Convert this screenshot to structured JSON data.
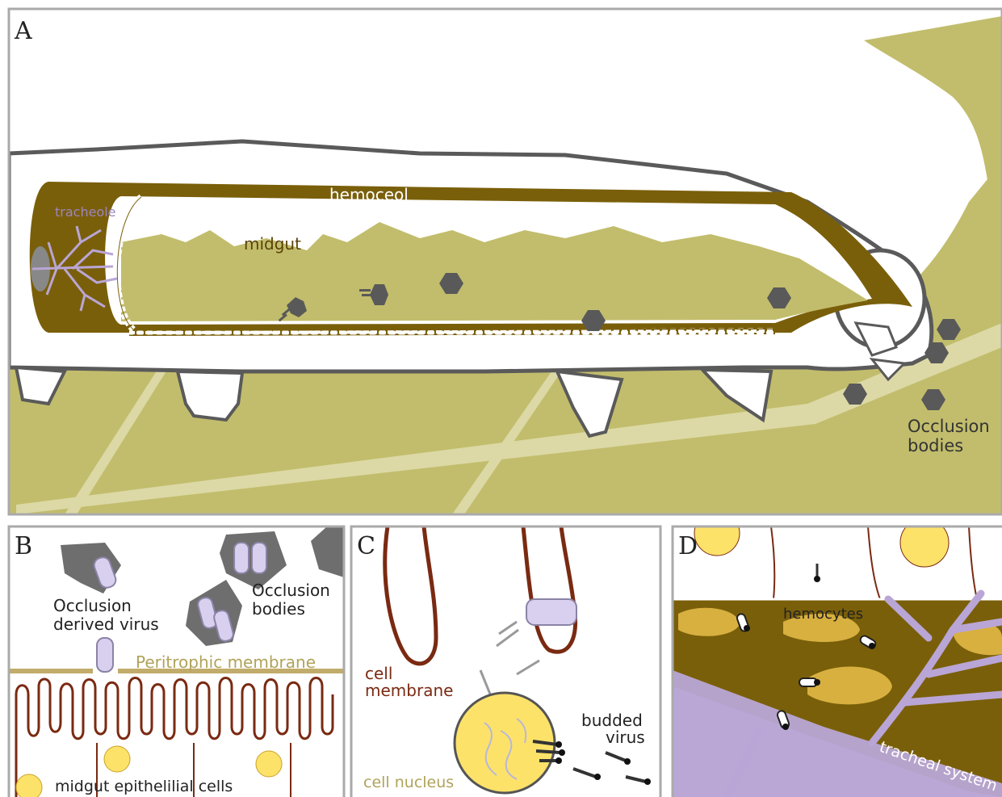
{
  "colors": {
    "leaf": "#c2bd6c",
    "leaf_vein": "#dcd9a6",
    "hemoceol": "#7a5f0a",
    "outline": "#5a5a5a",
    "tracheole": "#b9a6d6",
    "membrane": "#7a2a12",
    "nucleus": "#fde26a",
    "occlusion_body": "#666666",
    "hemocyte": "#d8b040"
  },
  "panels": {
    "a": {
      "letter": "A",
      "labels": {
        "hemoceol": "hemoceol",
        "tracheole": "tracheole",
        "midgut": "midgut",
        "occlusion_line1": "Occlusion",
        "occlusion_line2": "bodies"
      }
    },
    "b": {
      "letter": "B",
      "labels": {
        "odv_line1": "Occlusion",
        "odv_line2": "derived virus",
        "ob_line1": "Occlusion",
        "ob_line2": "bodies",
        "peritrophic": "Peritrophic membrane",
        "epithelial": "midgut epithelilial cells"
      }
    },
    "c": {
      "letter": "C",
      "labels": {
        "membrane_line1": "cell",
        "membrane_line2": "membrane",
        "budded_line1": "budded",
        "budded_line2": "virus",
        "nucleus": "cell nucleus"
      }
    },
    "d": {
      "letter": "D",
      "labels": {
        "hemocytes": "hemocytes",
        "tracheal": "tracheal system"
      }
    }
  }
}
